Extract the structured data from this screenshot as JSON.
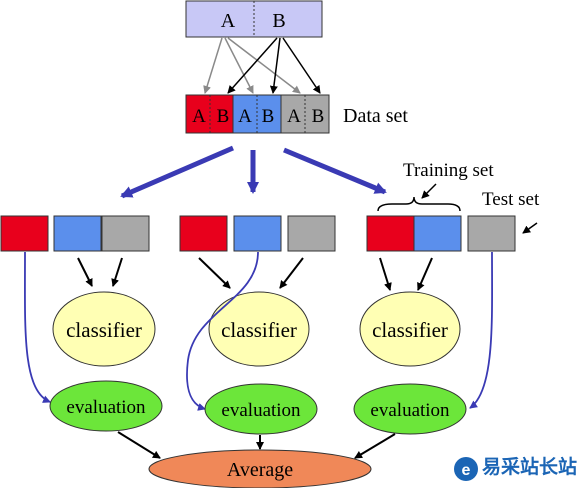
{
  "top_box": {
    "left": "A",
    "right": "B"
  },
  "dataset": {
    "cells": [
      "A",
      "B",
      "A",
      "B",
      "A",
      "B"
    ],
    "label": "Data set"
  },
  "labels": {
    "training_set": "Training set",
    "test_set": "Test set"
  },
  "folds": [
    {
      "classifier": "classifier",
      "evaluation": "evaluation"
    },
    {
      "classifier": "classifier",
      "evaluation": "evaluation"
    },
    {
      "classifier": "classifier",
      "evaluation": "evaluation"
    }
  ],
  "average": "Average",
  "colors": {
    "red": "#e8001c",
    "blue": "#5b8fec",
    "gray": "#a8a8a8",
    "top_box": "#c8c8f6",
    "classifier": "#ffffb4",
    "evaluation": "#6ce63a",
    "average": "#f08858",
    "big_arrow": "#3a3ab4"
  },
  "watermark": {
    "icon": "e-logo-icon",
    "text": "易采站长站"
  }
}
